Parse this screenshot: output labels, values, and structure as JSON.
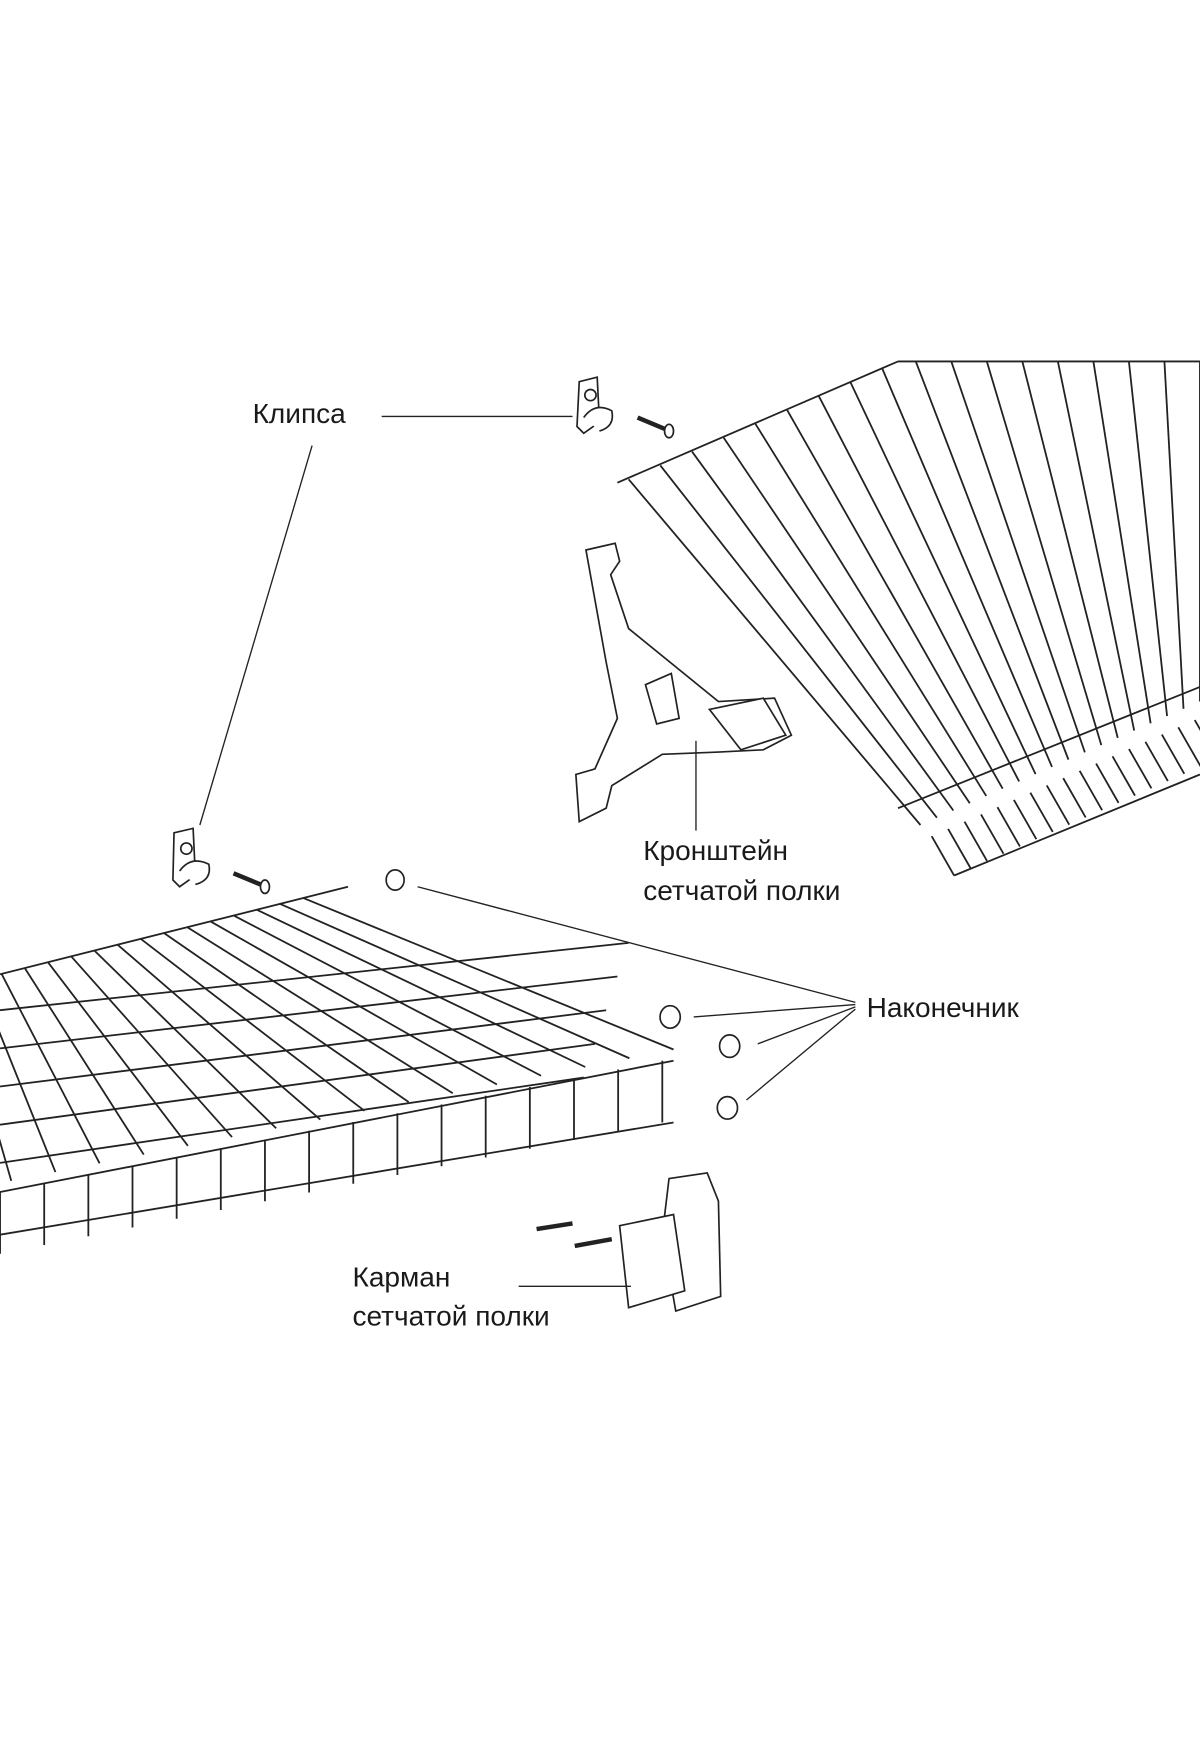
{
  "labels": {
    "clip": "Клипса",
    "bracket_line1": "Кронштейн",
    "bracket_line2": "сетчатой полки",
    "end_cap": "Наконечник",
    "pocket_line1": "Карман",
    "pocket_line2": "сетчатой полки"
  }
}
